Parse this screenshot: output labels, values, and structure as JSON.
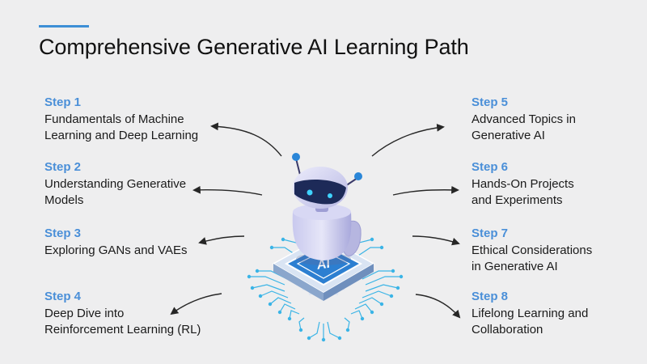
{
  "title": "Comprehensive Generative AI Learning Path",
  "colors": {
    "accent": "#3d8fd6",
    "step_label": "#4a8fd8",
    "arrow": "#262626",
    "circuit": "#3ab4e6",
    "chip": "#2c7fd1"
  },
  "chip_label": "AI",
  "steps": [
    {
      "label": "Step 1",
      "lines": [
        "Fundamentals of Machine",
        "Learning and Deep Learning"
      ]
    },
    {
      "label": "Step 2",
      "lines": [
        "Understanding Generative",
        "Models"
      ]
    },
    {
      "label": "Step 3",
      "lines": [
        "Exploring GANs and VAEs"
      ]
    },
    {
      "label": "Step 4",
      "lines": [
        "Deep Dive into",
        "Reinforcement Learning (RL)"
      ]
    },
    {
      "label": "Step 5",
      "lines": [
        "Advanced Topics in",
        "Generative AI"
      ]
    },
    {
      "label": "Step 6",
      "lines": [
        "Hands-On Projects",
        "and Experiments"
      ]
    },
    {
      "label": "Step 7",
      "lines": [
        "Ethical Considerations",
        "in Generative AI"
      ]
    },
    {
      "label": "Step 8",
      "lines": [
        "Lifelong Learning and",
        "Collaboration"
      ]
    }
  ]
}
